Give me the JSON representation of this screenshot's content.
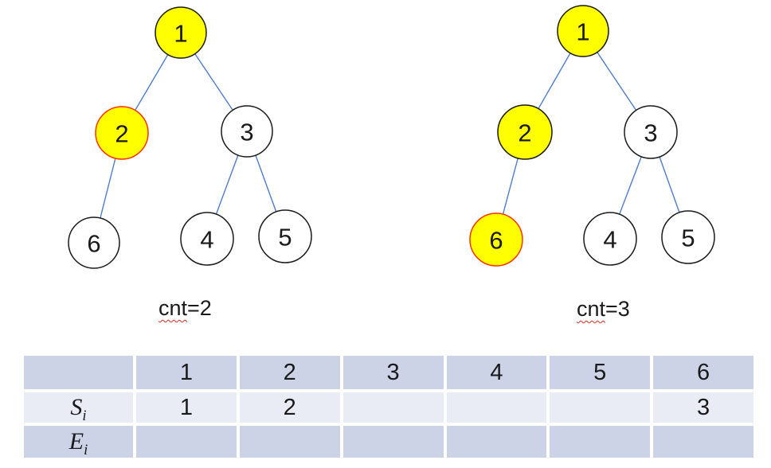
{
  "colors": {
    "highlight_fill": "#ffff00",
    "default_fill": "#ffffff",
    "node_border": "#1a1a1a",
    "active_node_border": "#ff3300",
    "edge": "#4f7dc9",
    "table_band_dark": "#ccd3e6",
    "table_band_light": "#e9ecf5",
    "spellcheck_underline": "#e02b20"
  },
  "trees": [
    {
      "cnt": {
        "word": "cnt",
        "rest": "=2"
      },
      "nodes": [
        {
          "label": "1",
          "fill": "#ffff00",
          "stroke": "#1a1a1a"
        },
        {
          "label": "2",
          "fill": "#ffff00",
          "stroke": "#ff3300"
        },
        {
          "label": "3",
          "fill": "#ffffff",
          "stroke": "#1a1a1a"
        },
        {
          "label": "6",
          "fill": "#ffffff",
          "stroke": "#1a1a1a"
        },
        {
          "label": "4",
          "fill": "#ffffff",
          "stroke": "#1a1a1a"
        },
        {
          "label": "5",
          "fill": "#ffffff",
          "stroke": "#1a1a1a"
        }
      ]
    },
    {
      "cnt": {
        "word": "cnt",
        "rest": "=3"
      },
      "nodes": [
        {
          "label": "1",
          "fill": "#ffff00",
          "stroke": "#1a1a1a"
        },
        {
          "label": "2",
          "fill": "#ffff00",
          "stroke": "#1a1a1a"
        },
        {
          "label": "3",
          "fill": "#ffffff",
          "stroke": "#1a1a1a"
        },
        {
          "label": "6",
          "fill": "#ffff00",
          "stroke": "#ff3300"
        },
        {
          "label": "4",
          "fill": "#ffffff",
          "stroke": "#1a1a1a"
        },
        {
          "label": "5",
          "fill": "#ffffff",
          "stroke": "#1a1a1a"
        }
      ]
    }
  ],
  "table": {
    "header": [
      "",
      "1",
      "2",
      "3",
      "4",
      "5",
      "6"
    ],
    "rows": [
      {
        "label_main": "S",
        "label_sub": "i",
        "cells": [
          "1",
          "2",
          "",
          "",
          "",
          "3"
        ]
      },
      {
        "label_main": "E",
        "label_sub": "i",
        "cells": [
          "",
          "",
          "",
          "",
          "",
          ""
        ]
      }
    ]
  }
}
